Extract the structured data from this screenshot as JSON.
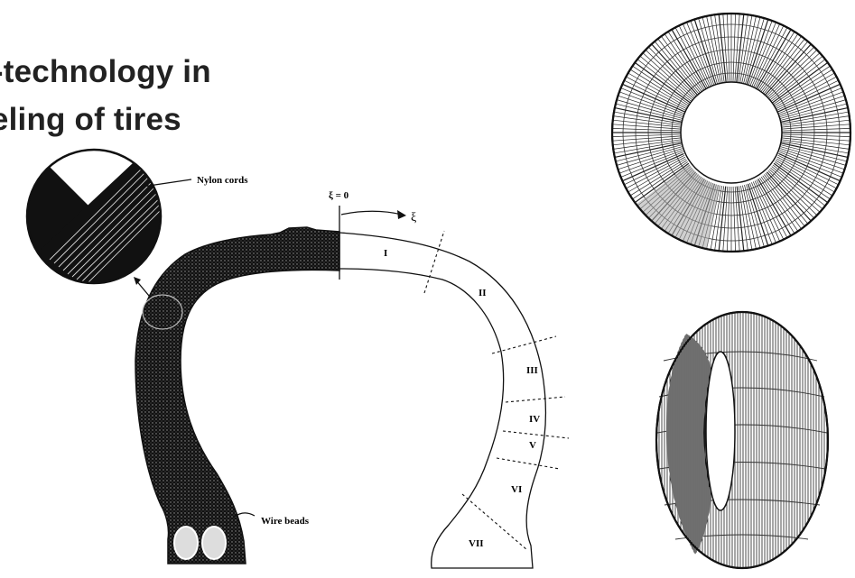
{
  "title": {
    "line1": "f-technology in",
    "line2": "leling of tires"
  },
  "cross_section": {
    "callout_nylon": "Nylon cords",
    "callout_wire": "Wire beads",
    "xi_origin_label": "ξ = 0",
    "xi_label": "ξ",
    "regions": [
      "I",
      "II",
      "III",
      "IV",
      "V",
      "VI",
      "VII"
    ]
  },
  "colors": {
    "rubber": "#111111",
    "line": "#111111",
    "background": "#ffffff"
  },
  "icons": [
    "magnifier-circle",
    "arrow",
    "torus-top-view",
    "torus-perspective-view"
  ]
}
